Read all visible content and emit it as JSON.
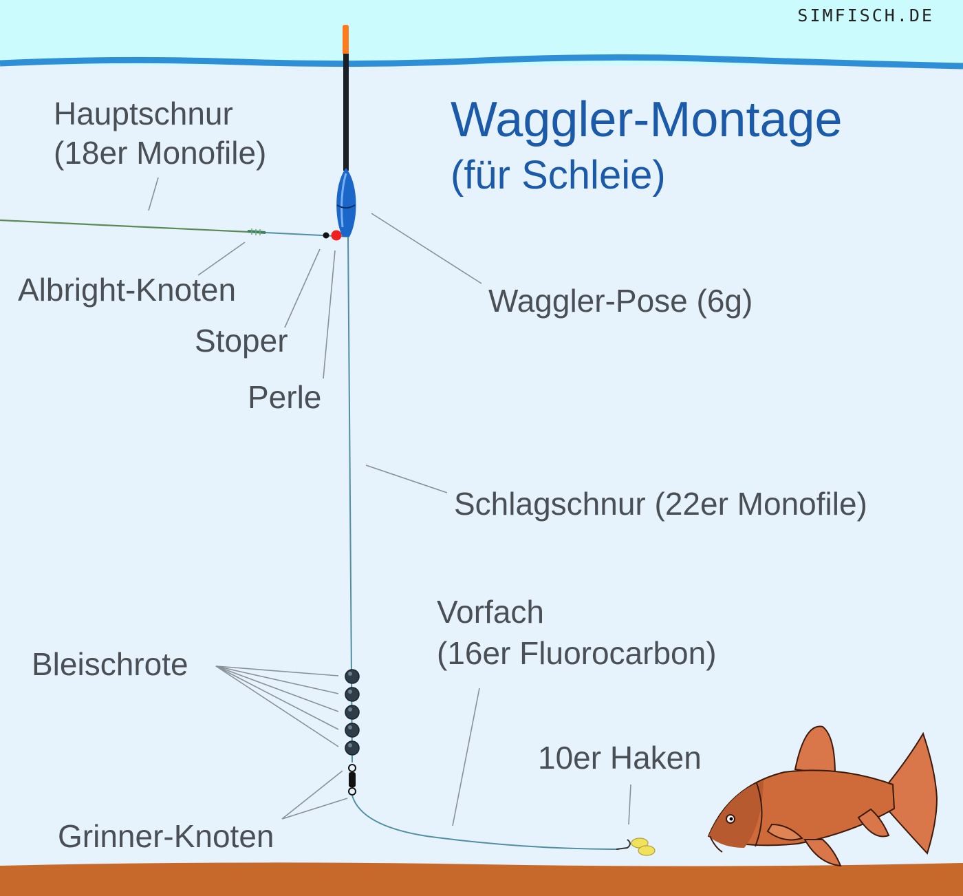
{
  "brand": "SIMFISCH.DE",
  "title": "Waggler-Montage",
  "subtitle": "(für Schleie)",
  "labels": {
    "hauptschnur": "Hauptschnur",
    "hauptschnur_detail": "(18er Monofile)",
    "albright": "Albright-Knoten",
    "stoper": "Stoper",
    "perle": "Perle",
    "pose": "Waggler-Pose (6g)",
    "schlagschnur": "Schlagschnur (22er Monofile)",
    "vorfach": "Vorfach",
    "vorfach_detail": "(16er Fluorocarbon)",
    "bleischrote": "Bleischrote",
    "haken": "10er Haken",
    "grinner": "Grinner-Knoten"
  },
  "colors": {
    "sky": "#ccfbfd",
    "water": "#e6f2fc",
    "surface": "#2f8fd6",
    "ground": "#c8692c",
    "float_body": "#1b66c9",
    "float_tip": "#ff7a1a",
    "line": "#4f8fa0",
    "main_line": "#5c8a55",
    "shot": "#2f3d48",
    "bead": "#f02020",
    "fish": "#cf6a3a",
    "title": "#1a5aa8",
    "label": "#4a4f55"
  },
  "split_shot_count": 5
}
